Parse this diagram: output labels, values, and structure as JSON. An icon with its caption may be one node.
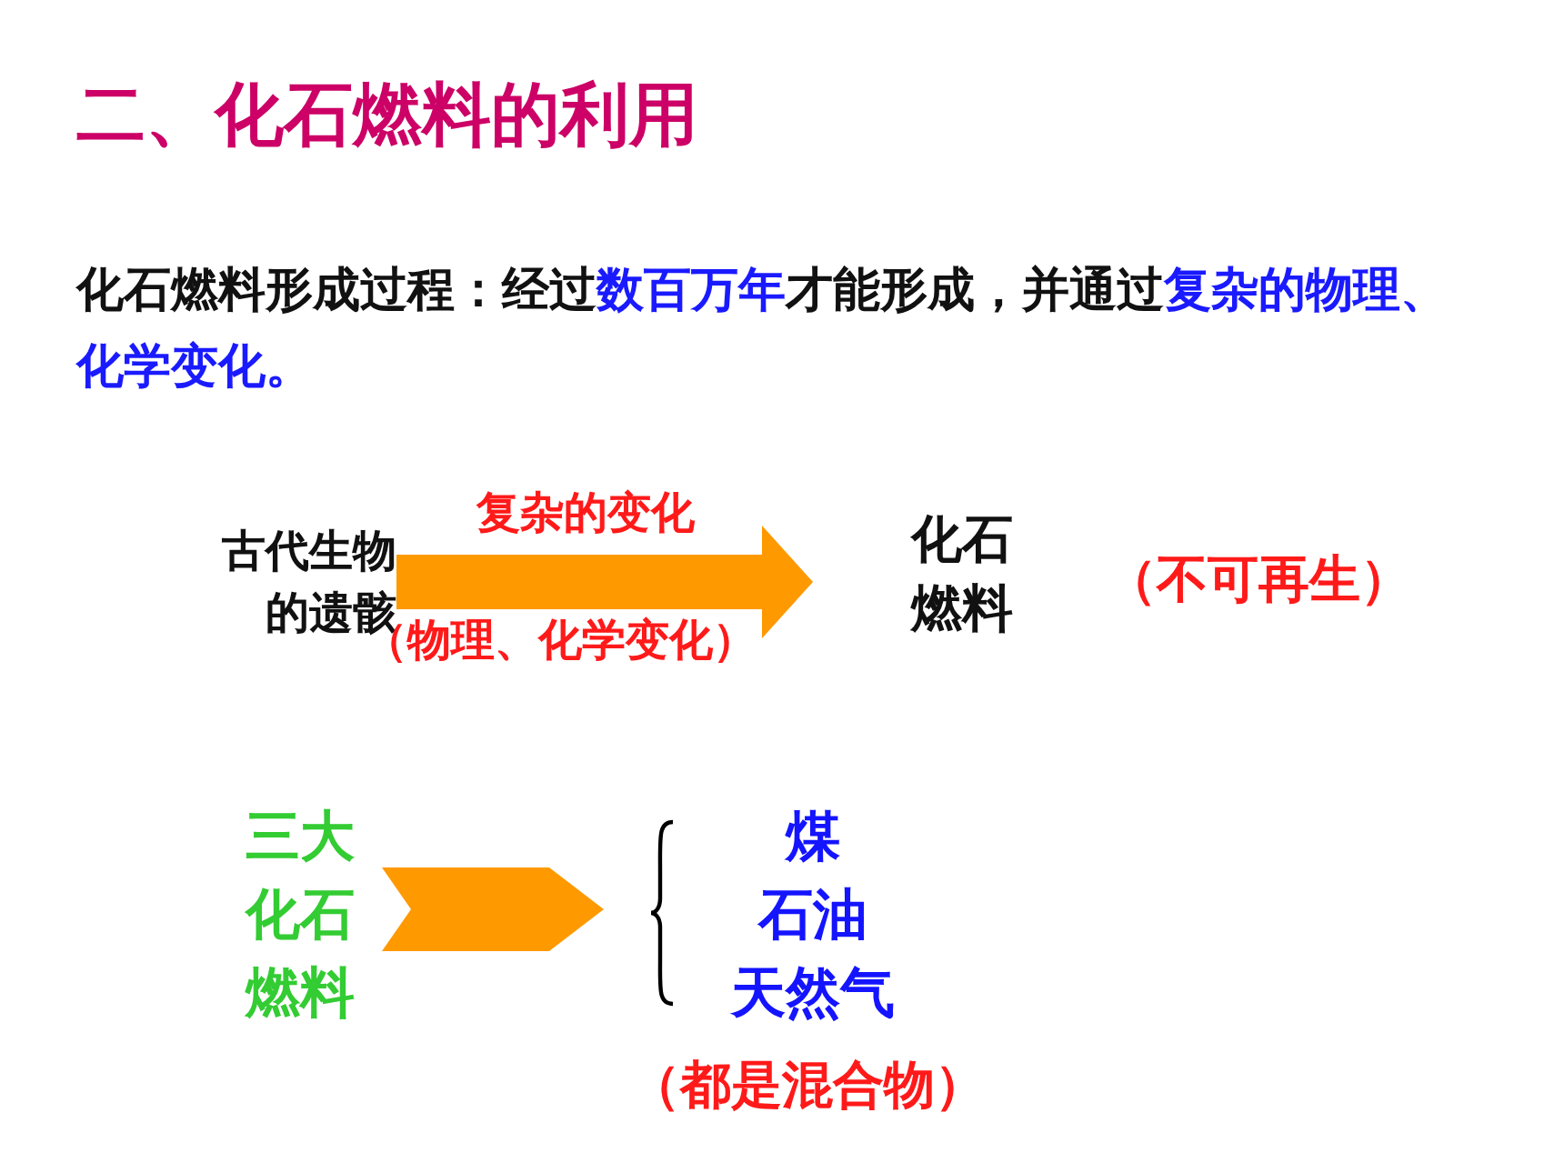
{
  "diagram": {
    "title": "二、化石燃料的利用",
    "nodes": [
      {
        "text": [
          "古代生物的遗骸"
        ]
      },
      {
        "text": [
          "化石燃料"
        ],
        "beside": [
          "（不可再生）"
        ]
      },
      {
        "text": [
          "三大化石燃料"
        ]
      },
      {
        "text": [
          "煤",
          "石油",
          "天然气"
        ],
        "beside": [
          "（都是混合物）"
        ]
      }
    ],
    "edges": [
      {
        "from": 0,
        "to": 1,
        "arrow": "to",
        "label": "复杂的变化"
      },
      {
        "from": 2,
        "to": 3,
        "arrow": "to"
      }
    ],
    "labels": [
      "化石燃料形成过程：经过**数百万年**才能形成，并通过**复杂的物理、化学变化。**",
      "（物理、化学变化）"
    ]
  }
}
